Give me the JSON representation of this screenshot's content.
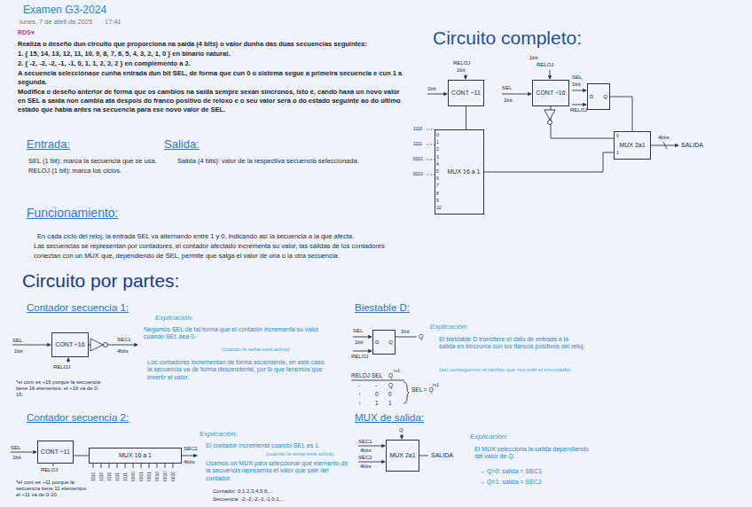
{
  "diagram": {
    "title": "Examen G3-2024",
    "nodes": [
      {
        "text": [
          "CONT ÷11"
        ]
      },
      {
        "text": [
          "MUX 16 a 1"
        ]
      },
      {
        "text": [
          "CONT ÷16"
        ]
      },
      {
        "text": [
          "D",
          "Q"
        ]
      },
      {
        "text": [
          "MUX 2a1"
        ]
      },
      {
        "text": [
          "CONT ÷16"
        ]
      },
      {
        "text": [
          "CONT ÷11"
        ]
      },
      {
        "text": [
          "MUX 16 a 1"
        ]
      },
      {
        "text": [
          "D",
          "Q"
        ]
      },
      {
        "text": [
          "MUX 2a1"
        ]
      }
    ],
    "edges": [
      {
        "from": 0,
        "to": 1,
        "arrow": "none"
      },
      {
        "from": 1,
        "to": 4,
        "arrow": "none"
      },
      {
        "from": 2,
        "to": 4,
        "arrow": "none"
      },
      {
        "from": 3,
        "to": 4,
        "arrow": "none"
      },
      {
        "from": 6,
        "to": 7,
        "arrow": "none"
      }
    ],
    "labels": [
      "lunes, 7 de abril de 2025",
      "17:41",
      "RDS♥",
      "Realiza o deseño dun circuito que proporciona na saída (4 bits) o valor dunha das dúas secuencias seguintes:",
      "1. { 15, 14, 13, 12, 11, 10, 9, 8, 7, 6, 5, 4, 3, 2, 1, 0 } en binario natural.",
      "2. { -2, -2, -2, -1, -1, 0, 1, 1, 2, 2, 2 } en complemento a 2.",
      "A secuencia selecciónase cunha entrada dun bit SEL, de forma que cun 0 o sistema segue a primeira secuencia e cun 1 a segunda.",
      "Modifica o deseño anterior de forma que os cambios na saída sempre sexan síncronos, isto é, cando haxa un novo valor en SEL a saída non cambia ata despois do franco positivo de reloxo e o seu valor será o do estado seguinte ao do último estado que había antes na secuencia para ese novo valor de SEL.",
      "Entrada:",
      "SEL (1 bit): marca la secuencia que se usa.",
      "RELOJ (1 bit): marca los ciclos.",
      "Salida:",
      "Salida (4 bits): valor de la respectiva secuencia seleccionada.",
      "Funcionamiento:",
      "En cada ciclo del reloj, la entrada SEL va alternando entre 1 y 0, indicando así la secuencia a la que afecta.",
      "Las secuencias se representan por contadores, el contador afectado incrementa su valor, las salidas de los contadores",
      "conectan con un MUX que, dependiendo de SEL, permite que salga el valor de una o la otra secuencia.",
      "Circuito completo:",
      "Circuito por partes:",
      "RELOJ",
      "1bit",
      "1bit",
      "1110",
      "1111",
      "0001",
      "0010",
      "0",
      "1",
      "2",
      "3",
      "4",
      "5",
      "6",
      "7",
      "8",
      "9",
      "10",
      "1bit",
      "RELOJ",
      "SEL",
      "1bit",
      "SEL",
      "1bit",
      "RELOJ",
      "0",
      "1",
      "4bits",
      "SALIDA",
      "Contador secuencia 1:",
      "SEL",
      "1bit",
      "RELOJ",
      "SEC1",
      "4bits",
      "*el cont es ÷16 porque la secuencia tiene 16 elementos. el ÷16 va de 0-15.",
      "Explicación:",
      "Negamos SEL de tal forma que el contador incrementa su valor cuando SEL sea 0.",
      "(cuando la señal está activa)",
      "Los contadores incrementan de forma ascendente, en este caso la secuencia va de forma descendente, por lo que tenemos que invertir el valor.",
      "Contador secuencia 2:",
      "SEL",
      "1bit",
      "RELOJ",
      "SEC2",
      "4bits",
      "1110",
      "1110",
      "1110",
      "1111",
      "1111",
      "0000",
      "0001",
      "0001",
      "0010",
      "0010",
      "0010",
      "*el cont es ÷11 porque la secuencia tiene 11 elementos. el ÷11 va de 0-10.",
      "Explicación:",
      "El contador incrementa cuando SEL es 1.",
      "(cuando la señal está activa)",
      "Usamos un MUX para seleccionar qué elemento de la secuencia representa el valor que sale del contador.",
      "Contador: 0,1,2,3,4,5,6,...",
      "Secuencia: -2,-2,-2,-1,-1,0,1,...",
      "Biestable D:",
      "SEL",
      "1bit",
      "RELOJ",
      "1bit",
      "Q",
      "RELOJ",
      "SEL",
      "Q",
      "t+1",
      "-",
      "-",
      "Q",
      "↑",
      "0",
      "0",
      "↑",
      "1",
      "1",
      "SEL = Q",
      "t+1",
      "Explicación:",
      "El biestable D transfiere el dato de entrada a la salida en sincronía con los flancos positivos del reloj.",
      "(así conseguimos el cambio que nos pide el enunciado).",
      "MUX de salida:",
      "Q",
      "SEC1",
      "4bits",
      "SEC2",
      "4bits",
      "SALIDA",
      "Explicación:",
      "El MUX selecciona la salida dependiendo del valor de Q.",
      "→ Q=0: salida = SEC1",
      "→ Q=1: salida = SEC2"
    ]
  }
}
